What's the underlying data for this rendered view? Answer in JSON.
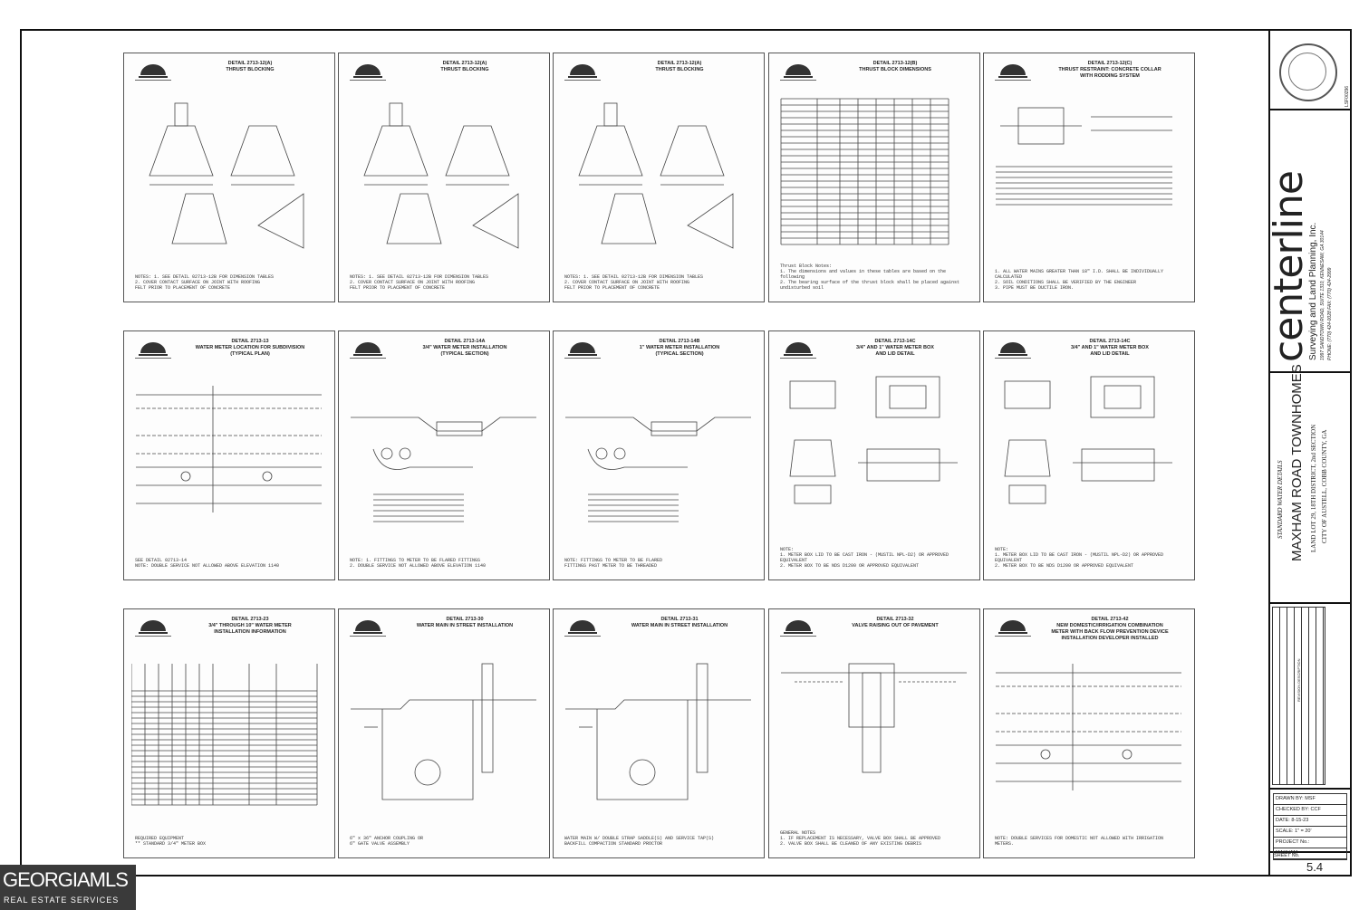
{
  "panels": [
    {
      "title": [
        "DETAIL 2713-12(A)",
        "THRUST BLOCKING"
      ],
      "type": "thrust",
      "notes": [
        "NOTES: 1. SEE DETAIL 02713-12B FOR DIMENSION TABLES",
        "2. COVER CONTACT SURFACE ON JOINT WITH ROOFING",
        "FELT PRIOR TO PLACEMENT OF CONCRETE"
      ]
    },
    {
      "title": [
        "DETAIL 2713-12(A)",
        "THRUST BLOCKING"
      ],
      "type": "thrust",
      "notes": [
        "NOTES: 1. SEE DETAIL 02713-12B FOR DIMENSION TABLES",
        "2. COVER CONTACT SURFACE ON JOINT WITH ROOFING",
        "FELT PRIOR TO PLACEMENT OF CONCRETE"
      ]
    },
    {
      "title": [
        "DETAIL 2713-12(A)",
        "THRUST BLOCKING"
      ],
      "type": "thrust",
      "notes": [
        "NOTES: 1. SEE DETAIL 02713-12B FOR DIMENSION TABLES",
        "2. COVER CONTACT SURFACE ON JOINT WITH ROOFING",
        "FELT PRIOR TO PLACEMENT OF CONCRETE"
      ]
    },
    {
      "title": [
        "DETAIL 2713-12(B)",
        "THRUST BLOCK DIMENSIONS"
      ],
      "type": "table",
      "notes": [
        "Thrust Block Notes:",
        "1. The dimensions and values in these tables are based on the following",
        "2. The bearing surface of the thrust block shall be placed against undisturbed soil"
      ]
    },
    {
      "title": [
        "DETAIL 2713-12(C)",
        "THRUST RESTRAINT: CONCRETE COLLAR",
        "WITH RODDING SYSTEM"
      ],
      "type": "collar",
      "notes": [
        "1. ALL WATER MAINS GREATER THAN 18\" I.D. SHALL BE INDIVIDUALLY CALCULATED",
        "2. SOIL CONDITIONS SHALL BE VERIFIED BY THE ENGINEER",
        "3. PIPE MUST BE DUCTILE IRON."
      ]
    },
    {
      "title": [
        "DETAIL 2713-13",
        "WATER METER LOCATION FOR SUBDIVISION",
        "(TYPICAL PLAN)"
      ],
      "type": "plan",
      "notes": [
        "SEE DETAIL 02713-14",
        "NOTE: DOUBLE SERVICE NOT ALLOWED ABOVE ELEVATION 1140"
      ]
    },
    {
      "title": [
        "DETAIL 2713-14A",
        "3/4\" WATER METER INSTALLATION",
        "(TYPICAL SECTION)"
      ],
      "type": "section",
      "notes": [
        "NOTE: 1. FITTINGS TO METER TO BE FLARED FITTINGS",
        "2. DOUBLE SERVICE NOT ALLOWED ABOVE ELEVATION 1140"
      ]
    },
    {
      "title": [
        "DETAIL 2713-14B",
        "1\" WATER METER INSTALLATION",
        "(TYPICAL SECTION)"
      ],
      "type": "section",
      "notes": [
        "NOTE: FITTINGS TO METER TO BE FLARED",
        "FITTINGS PAST METER TO BE THREADED"
      ]
    },
    {
      "title": [
        "DETAIL 2713-14C",
        "3/4\" AND 1\" WATER METER BOX",
        "AND LID DETAIL"
      ],
      "type": "box",
      "notes": [
        "NOTE:",
        "1. METER BOX LID TO BE CAST IRON - (MUSTIL NPL-D2) OR APPROVED EQUIVALENT",
        "2. METER BOX TO BE NDS D1200 OR APPROVED EQUIVALENT"
      ]
    },
    {
      "title": [
        "DETAIL 2713-14C",
        "3/4\" AND 1\" WATER METER BOX",
        "AND LID DETAIL"
      ],
      "type": "box",
      "notes": [
        "NOTE:",
        "1. METER BOX LID TO BE CAST IRON - (MUSTIL NPL-D2) OR APPROVED EQUIVALENT",
        "2. METER BOX TO BE NDS D1200 OR APPROVED EQUIVALENT"
      ]
    },
    {
      "title": [
        "DETAIL 2713-23",
        "3/4\" THROUGH 10\" WATER METER",
        "INSTALLATION INFORMATION"
      ],
      "type": "table2",
      "notes": [
        "REQUIRED EQUIPMENT",
        "** STANDARD 3/4\" METER BOX"
      ]
    },
    {
      "title": [
        "DETAIL 2713-30",
        "WATER MAIN IN STREET INSTALLATION"
      ],
      "type": "street",
      "notes": [
        "6\" x 36\" ANCHOR COUPLING OR",
        "6\" GATE VALVE ASSEMBLY"
      ]
    },
    {
      "title": [
        "DETAIL 2713-31",
        "WATER MAIN IN STREET INSTALLATION"
      ],
      "type": "street",
      "notes": [
        "WATER MAIN W/ DOUBLE STRAP SADDLE(S) AND SERVICE TAP(S)",
        "BACKFILL COMPACTION STANDARD PROCTOR"
      ]
    },
    {
      "title": [
        "DETAIL 2713-32",
        "VALVE RAISING OUT OF PAVEMENT"
      ],
      "type": "valve",
      "notes": [
        "GENERAL NOTES",
        "1. IF REPLACEMENT IS NECESSARY, VALVE BOX SHALL BE APPROVED",
        "2. VALVE BOX SHALL BE CLEANED OF ANY EXISTING DEBRIS"
      ]
    },
    {
      "title": [
        "DETAIL 2713-42",
        "NEW DOMESTIC/IRRIGATION COMBINATION",
        "METER WITH BACK FLOW PREVENTION DEVICE",
        "INSTALLATION DEVELOPER INSTALLED"
      ],
      "type": "plan",
      "notes": [
        "NOTE: DOUBLE SERVICES FOR DOMESTIC NOT ALLOWED WITH IRRIGATION METERS."
      ]
    }
  ],
  "title_block": {
    "company": "centerline",
    "company_sub": "Surveying and Land Planning, Inc.",
    "address": "1997 SANDTOWN ROAD, SUITE 1310, KENNESAW, GA 30144",
    "phone": "PHONE: (770) 424-0028   FAX: (770) 424-2999",
    "license": "LSF00296",
    "sheet_subject": "STANDARD WATER DETAILS",
    "project": "MAXHAM ROAD TOWNHOMES",
    "location1": "LAND LOT 29, 18TH DISTRICT, 2nd SECTION",
    "location2": "CITY OF AUSTELL, COBB COUNTY, GA",
    "revision_header": "REVISION DESCRIPTION",
    "drawn_by": "DRAWN BY: MSF",
    "checked_by": "CHECKED BY: CCF",
    "date": "DATE: 8-15-23",
    "scale": "SCALE: 1\" = 20'",
    "project_no_label": "PROJECT No.:",
    "project_no": "MAXHAM",
    "sheet_label": "SHEET No.",
    "sheet_no": "5.4"
  },
  "watermark": {
    "brand": "GEORGIAMLS",
    "tagline": "REAL ESTATE SERVICES"
  }
}
